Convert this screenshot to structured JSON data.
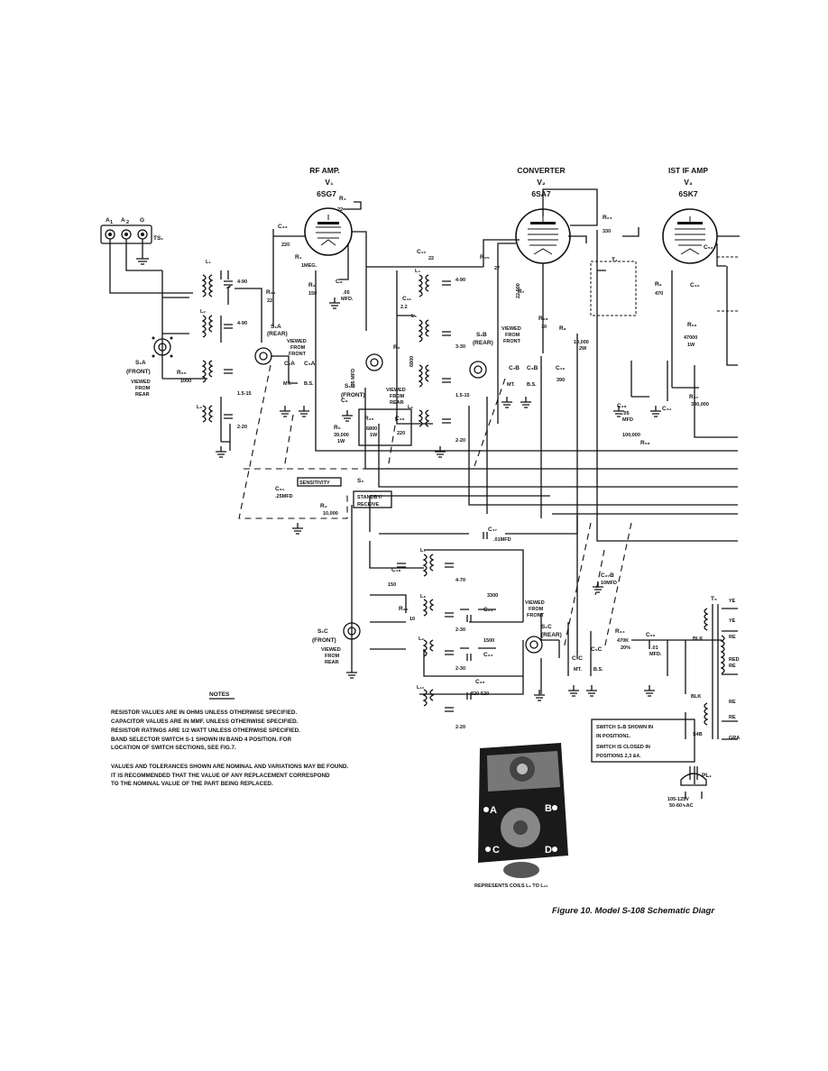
{
  "caption": "Figure 10. Model S-108 Schematic Diagr",
  "tubes": [
    {
      "function": "RF AMP.",
      "ref": "V₁",
      "type": "6SG7"
    },
    {
      "function": "CONVERTER",
      "ref": "V₂",
      "type": "6SA7"
    },
    {
      "function": "IST IF AMP",
      "ref": "V₃",
      "type": "6SK7"
    }
  ],
  "terminals": {
    "a1": "A₁",
    "a2": "A₂",
    "g": "G",
    "ts": "TS₁"
  },
  "switch_labels": {
    "s1a_front": [
      "S₁A",
      "(FRONT)",
      "VIEWED",
      "FROM",
      "REAR"
    ],
    "s1a_rear": [
      "S₁A",
      "(REAR)",
      "VIEWED",
      "FROM",
      "FRONT"
    ],
    "s1b_front": [
      "S₁B",
      "(FRONT)",
      "VIEWED",
      "FROM",
      "REAR"
    ],
    "s1b_rear": [
      "S₁B",
      "(REAR)",
      "VIEWED",
      "FROM",
      "FRONT"
    ],
    "s1c_front": [
      "S₁C",
      "(FRONT)",
      "VIEWED",
      "FROM",
      "REAR"
    ],
    "s1c_rear": [
      "VIEWED",
      "FROM",
      "FRONT",
      "S₁C",
      "(REAR)"
    ]
  },
  "components": {
    "r4": "R₄",
    "r4v": "22",
    "c33": "C₃₃",
    "c33v": "220",
    "r1": "R₁",
    "r1v": "1MEG.",
    "r31": "R₃₁",
    "r31v": "22",
    "r2": "R₂",
    "r2v": "150",
    "c8": "C₈",
    "c8v": ".05",
    "c8u": "MFD.",
    "c10": "C₁₀",
    "c10v": "22",
    "c11": "C₁₁",
    "c11v": "2.2",
    "r6": "R₆",
    "r6v": "6800",
    "c12v": "4-90",
    "c13v": "3-30",
    "c14v": "1.5-15",
    "c15v": "2-20",
    "c1v": "4-90",
    "c2v": "4-90",
    "c3v": "1.5-15",
    "c4v": "2-20",
    "r65": "R₆₅",
    "r65v": "1000",
    "c7a": "C₇A",
    "c5a": "C₅A",
    "mt": "MT.",
    "bs": "B.S.",
    "c9": "C₉",
    "c9v": ".05 MFD",
    "r5": "R₅",
    "r5v": "39,000",
    "r5w": "1W",
    "r25": "R₂₅",
    "r25v": "6800",
    "r25w": "1W",
    "c29": "C₂₉",
    "c29v": "220",
    "r35": "R₃₅",
    "r35v": "27",
    "r7": "R₇",
    "r7v": "22,000",
    "r68": "R₆₈",
    "r68v": "10",
    "r8": "R₈",
    "r8v": "10,000",
    "r8w": "2W",
    "c7b": "C₇B",
    "c5b": "C₅B",
    "c16": "C₁₆",
    "c16v": "390",
    "r64": "R₆₄",
    "r64v": "330",
    "t1": "T₁",
    "r9": "R₉",
    "r9v": "470",
    "c32": "C₃₂",
    "c52": "C₅₂",
    "r66": "R₆₆",
    "r66v": "47000",
    "r66w": "1W",
    "c28": "C₂₈",
    "c28v": ".05",
    "c28u": "MFD",
    "c31": "C₃₁",
    "r67": "R₆₇",
    "r67v": "330,000",
    "r58": "R₅₈",
    "r58v": "100,000",
    "c61": "C₆₁",
    "c61v": ".25MFD",
    "r3": "R₃",
    "r3v": "10,000",
    "sens": "SENSITIVITY",
    "s2": "S₂",
    "standby": "STANDBY/",
    "receive": "RECEIVE",
    "c17": "C₁₇",
    "c17v": ".01MFD",
    "c27b": "C₂₇B",
    "c27bv": "10MFD",
    "c18": "C₁₈",
    "c18v": "150",
    "c19v": "4-70",
    "r30": "R₃₀",
    "r30v": "10",
    "c23": "C₂₃",
    "c23v": "3300",
    "c20v": "2-30",
    "c24": "C₂₄",
    "c24v": "1500",
    "c21v": "2-30",
    "c25": "C₂₅",
    "c25v": "320-520",
    "c22v": "2-20",
    "c7c": "C₇C",
    "c5c": "C₅C",
    "r34": "R₃₄",
    "r34v": "470K",
    "r34t": "20%",
    "c56": "C₅₆",
    "c56v": ".01",
    "c56u": "MFD.",
    "t5": "T₅",
    "ye": "YE",
    "re": "RE",
    "red": "RED",
    "blk": "BLK",
    "gra": "GRA",
    "s4b": "S4B",
    "pl": "PL₁",
    "ac1": "105-125V",
    "ac2": "50-60∿AC",
    "l1": "L₁",
    "l2": "L₂",
    "l3": "L₃",
    "l4": "L₄",
    "l5": "L₅",
    "l6": "L₆",
    "l7": "L₇",
    "l8": "L₈",
    "l9": "L₉",
    "l10": "L₁₀"
  },
  "switch_note": [
    "SWITCH S₄B SHOWN IN",
    "IN POSITION1.",
    "SWITCH IS CLOSED IN",
    "POSITIONS 2,3 &4."
  ],
  "notes": {
    "title": "NOTES",
    "lines": [
      "RESISTOR VALUES ARE IN OHMS UNLESS OTHERWISE SPECIFIED.",
      "CAPACITOR VALUES ARE IN MMF. UNLESS OTHERWISE SPECIFIED.",
      "RESISTOR RATINGS ARE 1/2 WATT UNLESS OTHERWISE SPECIFIED.",
      "BAND SELECTOR SWITCH S-1 SHOWN IN BAND 4 POSITION.   FOR",
      "LOCATION OF SWITCH SECTIONS, SEE FIG.7.",
      "",
      "VALUES AND TOLERANCES SHOWN ARE NOMINAL AND VARIATIONS MAY BE FOUND.",
      "IT IS RECOMMENDED THAT THE VALUE OF ANY REPLACEMENT CORRESPOND",
      "TO THE NOMINAL VALUE OF THE PART BEING REPLACED."
    ]
  },
  "coil_photo": {
    "corners": [
      "A",
      "B",
      "C",
      "D"
    ],
    "caption": "REPRESENTS COILS L₁ TO L₁₀"
  }
}
